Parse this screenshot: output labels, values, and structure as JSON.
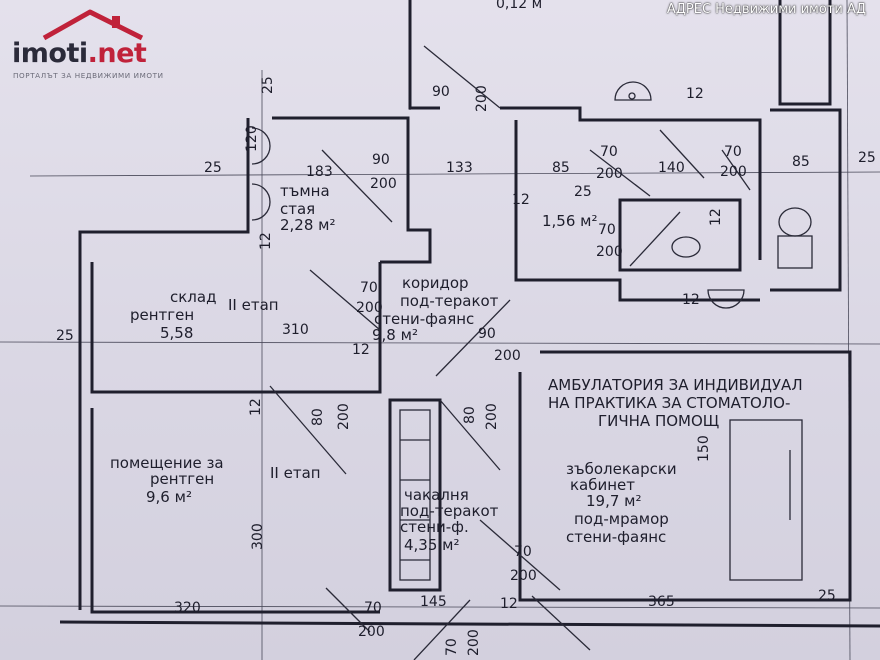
{
  "watermark": {
    "brand": "imoti",
    "brand_tld": ".net",
    "tagline": "ПОРТАЛЪТ ЗА НЕДВИЖИМИ ИМОТИ",
    "agency": "АДРЕС Недвижими имоти АД",
    "accent_color": "#c0223a"
  },
  "rooms": {
    "dark_room": [
      "тъмна",
      "стая",
      "2,28 м²"
    ],
    "xray_storage": [
      "склад",
      "рентген",
      "5,58"
    ],
    "xray_storage_stage": "II етап",
    "corridor": [
      "коридор",
      "под-теракот",
      "стени-фаянс",
      "9,8 м²"
    ],
    "xray_room": [
      "помещение за",
      "рентген",
      "9,6 м²"
    ],
    "xray_room_stage": "II етап",
    "washroom": [
      "чакалня",
      "под-теракот",
      "стени-ф.",
      "4,35 м²"
    ],
    "clinic_title": [
      "АМБУЛАТОРИЯ ЗА ИНДИВИДУАЛ",
      "НА ПРАКТИКА ЗА СТОМАТОЛО-",
      "ГИЧНА ПОМОЩ"
    ],
    "dental_office": [
      "зъболекарски",
      "кабинет",
      "19,7 м²"
    ],
    "dental_finish": [
      "под-мрамор",
      "стени-фаянс"
    ],
    "small_room_area": "1,56 м²"
  },
  "dimensions": {
    "d25_top": "25",
    "d25_left": "25",
    "d25_wall": "25",
    "d25_right_top": "25",
    "d25_bottom": "25",
    "d25_mid": "25",
    "d183": "183",
    "d90a": "90",
    "d200a": "200",
    "d133": "133",
    "d12a": "12",
    "d85a": "85",
    "d70a": "70",
    "d200b": "200",
    "d140": "140",
    "d70b": "70",
    "d200c": "200",
    "d85b": "85",
    "d90door": "90",
    "d200door": "200",
    "d12top": "12",
    "d12v1": "12",
    "d12v2": "12",
    "d70c": "70",
    "d200d": "200",
    "d90b": "90",
    "d200e": "200",
    "d12mid": "12",
    "d310": "310",
    "d80": "80",
    "d200f": "200",
    "d80b": "80",
    "d200g": "200",
    "d12left": "12",
    "d300": "300",
    "d320": "320",
    "d70d": "70",
    "d200h": "200",
    "d70e": "70",
    "d200i": "200",
    "d145": "145",
    "d12bot": "12",
    "d365": "365",
    "d70f": "70",
    "d200j": "200",
    "d70g": "70",
    "d200k": "200",
    "d12small": "12",
    "d150": "150",
    "d120": "120",
    "d0_12m": "0,12 м"
  }
}
